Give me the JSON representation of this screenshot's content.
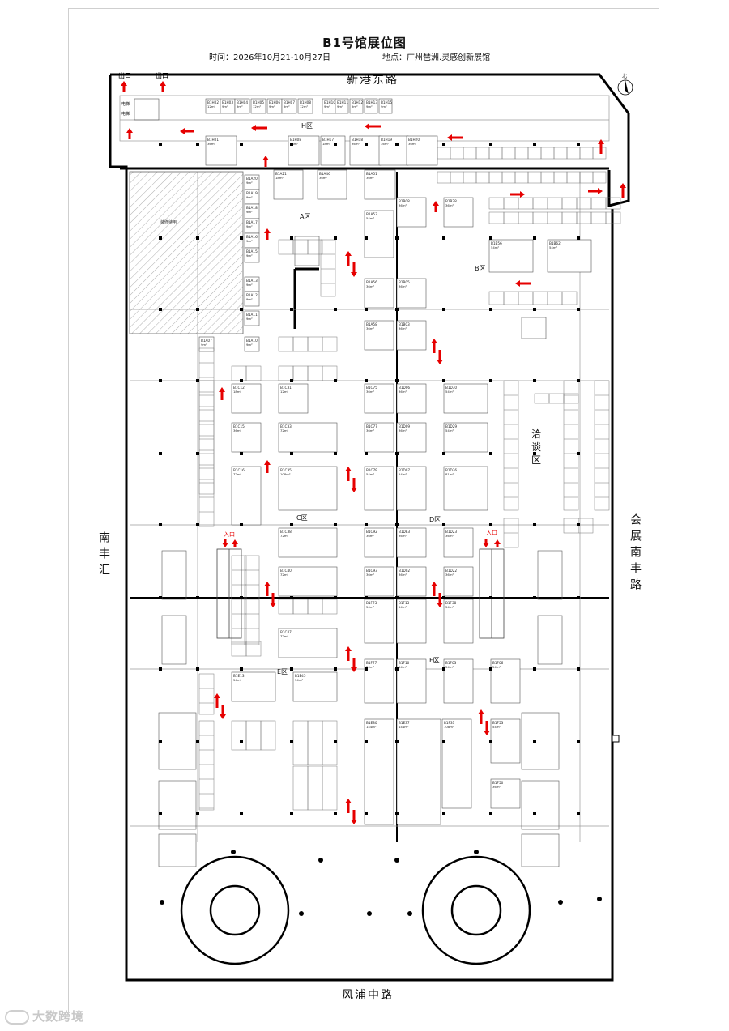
{
  "title": "B1号馆展位图",
  "time": "时间：2026年10月21-10月27日",
  "place": "地点：广州琶洲.灵感创新展馆",
  "roads": {
    "north": "新港东路",
    "south": "风浦中路",
    "west": "南丰汇",
    "east": "会展南丰路"
  },
  "compass": "北",
  "exits": [
    "出口",
    "出口"
  ],
  "entrances": [
    "入口",
    "入口"
  ],
  "elevator": "电梯",
  "elevator2": "电梯",
  "zones": [
    "A区",
    "B区",
    "C区",
    "D区",
    "E区",
    "F区",
    "H区"
  ],
  "negotiation": "洽谈区",
  "hatched_area": "装修待用",
  "booths": [
    {
      "id": "B1H02",
      "area": "12m²"
    },
    {
      "id": "B1H03",
      "area": "9m²"
    },
    {
      "id": "B1H04",
      "area": "9m²"
    },
    {
      "id": "B1H05",
      "area": "12m²"
    },
    {
      "id": "B1H06",
      "area": "9m²"
    },
    {
      "id": "B1H07",
      "area": "9m²"
    },
    {
      "id": "B1H08",
      "area": "12m²"
    },
    {
      "id": "B1H10",
      "area": "9m²"
    },
    {
      "id": "B1H11",
      "area": "9m²"
    },
    {
      "id": "B1H12",
      "area": "9m²"
    },
    {
      "id": "B1H13",
      "area": "9m²"
    },
    {
      "id": "B1H15",
      "area": "9m²"
    },
    {
      "id": "B1H01",
      "area": "36m²"
    },
    {
      "id": "B1H08",
      "area": "18m²"
    },
    {
      "id": "B1H17",
      "area": "18m²"
    },
    {
      "id": "B1H18",
      "area": "36m²"
    },
    {
      "id": "B1H19",
      "area": "36m²"
    },
    {
      "id": "B1H20",
      "area": "36m²"
    },
    {
      "id": "B1A21",
      "area": "18m²"
    },
    {
      "id": "B1A46",
      "area": "36m²"
    },
    {
      "id": "B1A51",
      "area": "36m²"
    },
    {
      "id": "B1A20",
      "area": "9m²"
    },
    {
      "id": "B1A19",
      "area": "9m²"
    },
    {
      "id": "B1A18",
      "area": "9m²"
    },
    {
      "id": "B1A17",
      "area": "9m²"
    },
    {
      "id": "B1A16",
      "area": "9m²"
    },
    {
      "id": "B1A15",
      "area": "9m²"
    },
    {
      "id": "B1A13",
      "area": "9m²"
    },
    {
      "id": "B1A12",
      "area": "9m²"
    },
    {
      "id": "B1A11",
      "area": "9m²"
    },
    {
      "id": "B1A10",
      "area": "9m²"
    },
    {
      "id": "B1A07",
      "area": "9m²"
    },
    {
      "id": "B1A53",
      "area": "54m²"
    },
    {
      "id": "B1A56",
      "area": "36m²"
    },
    {
      "id": "B1A58",
      "area": "36m²"
    },
    {
      "id": "B1B08",
      "area": "36m²"
    },
    {
      "id": "B1B28",
      "area": "36m²"
    },
    {
      "id": "B1B05",
      "area": "36m²"
    },
    {
      "id": "B1B03",
      "area": "36m²"
    },
    {
      "id": "B1B56",
      "area": "54m²"
    },
    {
      "id": "B1B62",
      "area": "54m²"
    },
    {
      "id": "B1C12",
      "area": "18m²"
    },
    {
      "id": "B1C31",
      "area": "12m²"
    },
    {
      "id": "B1C15",
      "area": "36m²"
    },
    {
      "id": "B1C33",
      "area": "72m²"
    },
    {
      "id": "B1C16",
      "area": "72m²"
    },
    {
      "id": "B1C35",
      "area": "108m²"
    },
    {
      "id": "B1C38",
      "area": "72m²"
    },
    {
      "id": "B1C40",
      "area": "72m²"
    },
    {
      "id": "B1C47",
      "area": "72m²"
    },
    {
      "id": "B1C75",
      "area": "36m²"
    },
    {
      "id": "B1C77",
      "area": "36m²"
    },
    {
      "id": "B1C79",
      "area": "54m²"
    },
    {
      "id": "B1C92",
      "area": "36m²"
    },
    {
      "id": "B1C93",
      "area": "36m²"
    },
    {
      "id": "B1D06",
      "area": "36m²"
    },
    {
      "id": "B1D09",
      "area": "36m²"
    },
    {
      "id": "B1D07",
      "area": "54m²"
    },
    {
      "id": "B1D30",
      "area": "54m²"
    },
    {
      "id": "B1D29",
      "area": "54m²"
    },
    {
      "id": "B1D36",
      "area": "81m²"
    },
    {
      "id": "B1D23",
      "area": "36m²"
    },
    {
      "id": "B1D22",
      "area": "36m²"
    },
    {
      "id": "B1D83",
      "area": "36m²"
    },
    {
      "id": "B1D02",
      "area": "36m²"
    },
    {
      "id": "B1E13",
      "area": "54m²"
    },
    {
      "id": "B1E45",
      "area": "54m²"
    },
    {
      "id": "B1F73",
      "area": "54m²"
    },
    {
      "id": "B1F13",
      "area": "54m²"
    },
    {
      "id": "B1F38",
      "area": "54m²"
    },
    {
      "id": "B1F77",
      "area": "54m²"
    },
    {
      "id": "B1F10",
      "area": "54m²"
    },
    {
      "id": "B1F03",
      "area": "54m²"
    },
    {
      "id": "B1F06",
      "area": "54m²"
    },
    {
      "id": "B1E80",
      "area": "144m²"
    },
    {
      "id": "B1E37",
      "area": "144m²"
    },
    {
      "id": "B1F31",
      "area": "108m²"
    },
    {
      "id": "B1F53",
      "area": "54m²"
    },
    {
      "id": "B1F50",
      "area": "36m²"
    }
  ],
  "colors": {
    "wall": "#000000",
    "arrow": "#e60000",
    "booth_line": "#555555",
    "hatch": "#9a9a9a"
  },
  "watermark": "大数跨境"
}
